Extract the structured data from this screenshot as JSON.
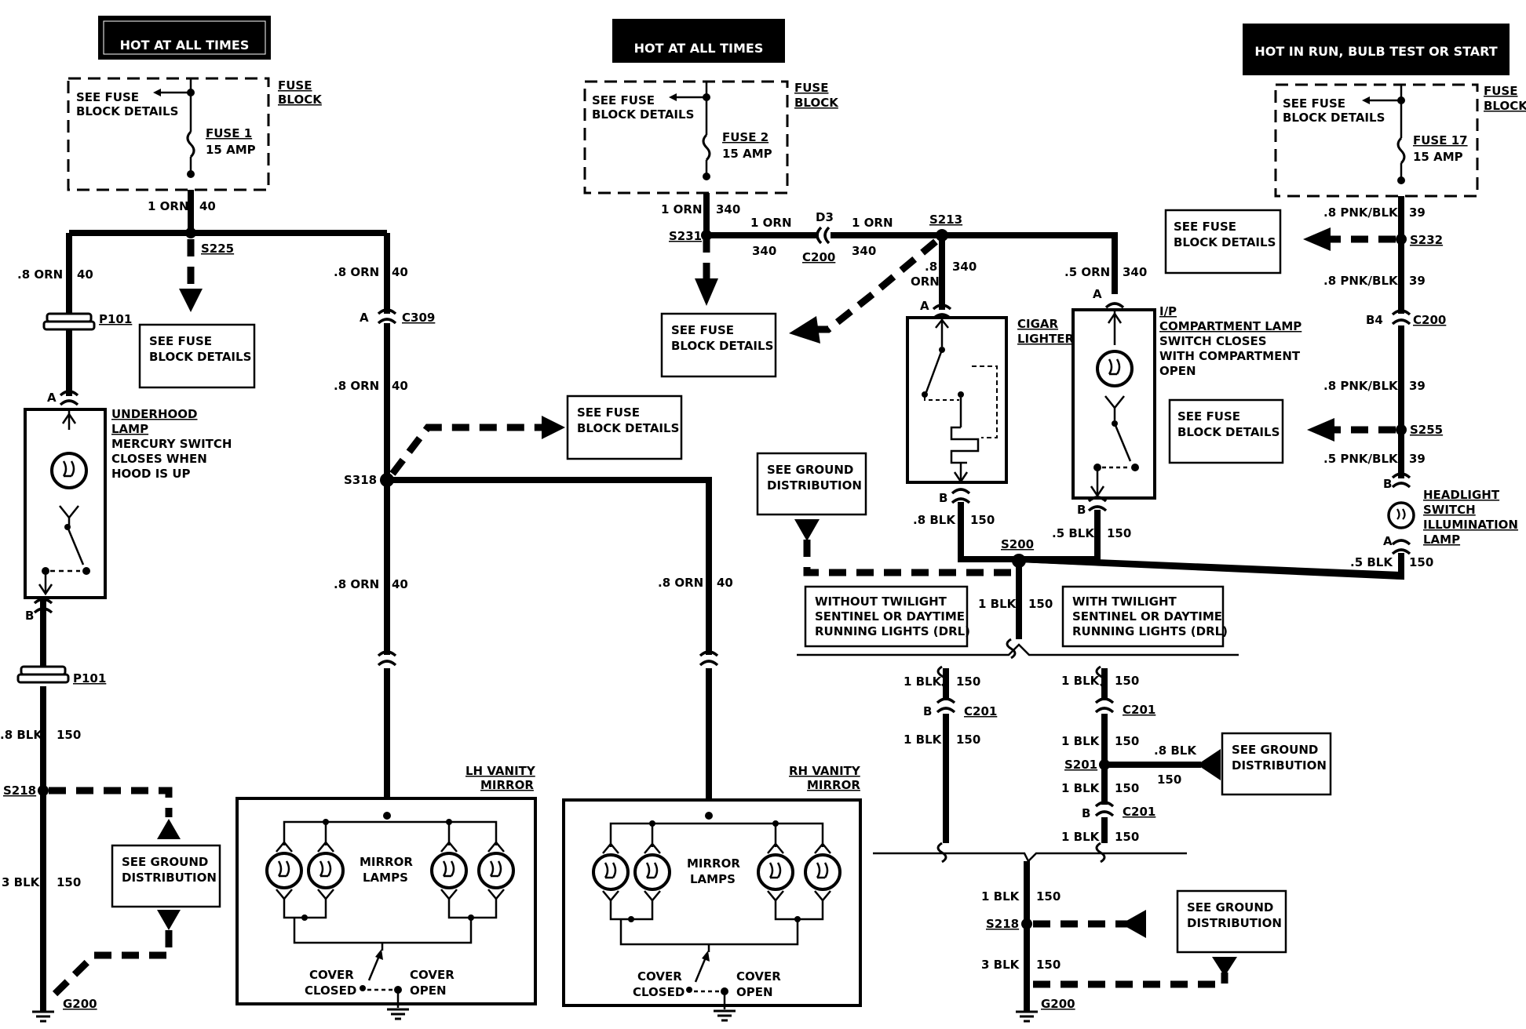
{
  "headers": {
    "left": "HOT AT ALL TIMES",
    "middle": "HOT AT ALL TIMES",
    "right": "HOT IN RUN, BULB TEST OR START"
  },
  "fuses": {
    "f1": {
      "see": [
        "SEE FUSE",
        "BLOCK DETAILS"
      ],
      "block": [
        "FUSE",
        "BLOCK"
      ],
      "name": "FUSE 1",
      "rating": "15 AMP"
    },
    "f2": {
      "see": [
        "SEE FUSE",
        "BLOCK DETAILS"
      ],
      "block": [
        "FUSE",
        "BLOCK"
      ],
      "name": "FUSE 2",
      "rating": "15 AMP"
    },
    "f17": {
      "see": [
        "SEE FUSE",
        "BLOCK DETAILS"
      ],
      "block": [
        "FUSE",
        "BLOCK"
      ],
      "name": "FUSE 17",
      "rating": "15 AMP"
    }
  },
  "refs": {
    "fuse_details": [
      "SEE FUSE",
      "BLOCK DETAILS"
    ],
    "ground_dist": [
      "SEE GROUND",
      "DISTRIBUTION"
    ]
  },
  "components": {
    "underhood": [
      "UNDERHOOD",
      "LAMP",
      "MERCURY SWITCH",
      "CLOSES WHEN",
      "HOOD IS UP"
    ],
    "cigar": [
      "CIGAR",
      "LIGHTER"
    ],
    "compartment": [
      "I/P",
      "COMPARTMENT LAMP",
      "SWITCH CLOSES",
      "WITH COMPARTMENT",
      "OPEN"
    ],
    "headlight": [
      "HEADLIGHT",
      "SWITCH",
      "ILLUMINATION",
      "LAMP"
    ],
    "lh_mirror": [
      "LH VANITY",
      "MIRROR"
    ],
    "rh_mirror": [
      "RH VANITY",
      "MIRROR"
    ],
    "mirror_lamps": [
      "MIRROR",
      "LAMPS"
    ],
    "cover_closed": [
      "COVER",
      "CLOSED"
    ],
    "cover_open": [
      "COVER",
      "OPEN"
    ]
  },
  "options": {
    "without": [
      "WITHOUT TWILIGHT",
      "SENTINEL OR DAYTIME",
      "RUNNING LIGHTS (DRL)"
    ],
    "with": [
      "WITH TWILIGHT",
      "SENTINEL OR DAYTIME",
      "RUNNING LIGHTS (DRL)"
    ]
  },
  "wires": {
    "orn_1": "1 ORN",
    "orn_08": ".8 ORN",
    "orn_08_a": ".8",
    "orn_08_b": "ORN",
    "orn_05": ".5 ORN",
    "blk_08": ".8 BLK",
    "blk_05": ".5 BLK",
    "blk_1": "1 BLK",
    "blk_3": "3 BLK",
    "pnkblk_08": ".8 PNK/BLK",
    "pnkblk_05": ".5 PNK/BLK",
    "c40": "40",
    "c340": "340",
    "c150": "150",
    "c39": "39"
  },
  "connectors": {
    "s225": "S225",
    "s231": "S231",
    "s213": "S213",
    "s232": "S232",
    "s318": "S318",
    "s255": "S255",
    "s200": "S200",
    "s218": "S218",
    "s201": "S201",
    "p101": "P101",
    "c309": "C309",
    "c200": "C200",
    "d3": "D3",
    "c201": "C201",
    "g200": "G200",
    "b4": "B4",
    "pin_a": "A",
    "pin_b": "B"
  }
}
